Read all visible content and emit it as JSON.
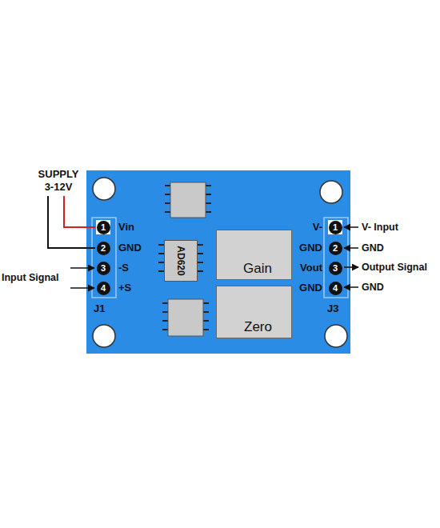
{
  "diagram": {
    "nodes": [
      {
        "text": [
          "AD620"
        ]
      },
      {
        "text": [
          "1"
        ]
      },
      {
        "text": [
          "2"
        ]
      },
      {
        "text": [
          "3"
        ]
      },
      {
        "text": [
          "4"
        ]
      },
      {
        "text": [
          "1"
        ]
      },
      {
        "text": [
          "2"
        ]
      },
      {
        "text": [
          "3"
        ]
      },
      {
        "text": [
          "4"
        ]
      },
      {
        "text": [
          "Gain"
        ]
      },
      {
        "text": [
          "Zero"
        ]
      }
    ],
    "labels": [
      "SUPPLY 3-12V",
      "Input Signal",
      "Vin",
      "GND",
      "-S",
      "+S",
      "J1",
      "V-",
      "GND",
      "Vout",
      "GND",
      "J3",
      "V- Input",
      "GND",
      "Output Signal",
      "GND"
    ]
  }
}
